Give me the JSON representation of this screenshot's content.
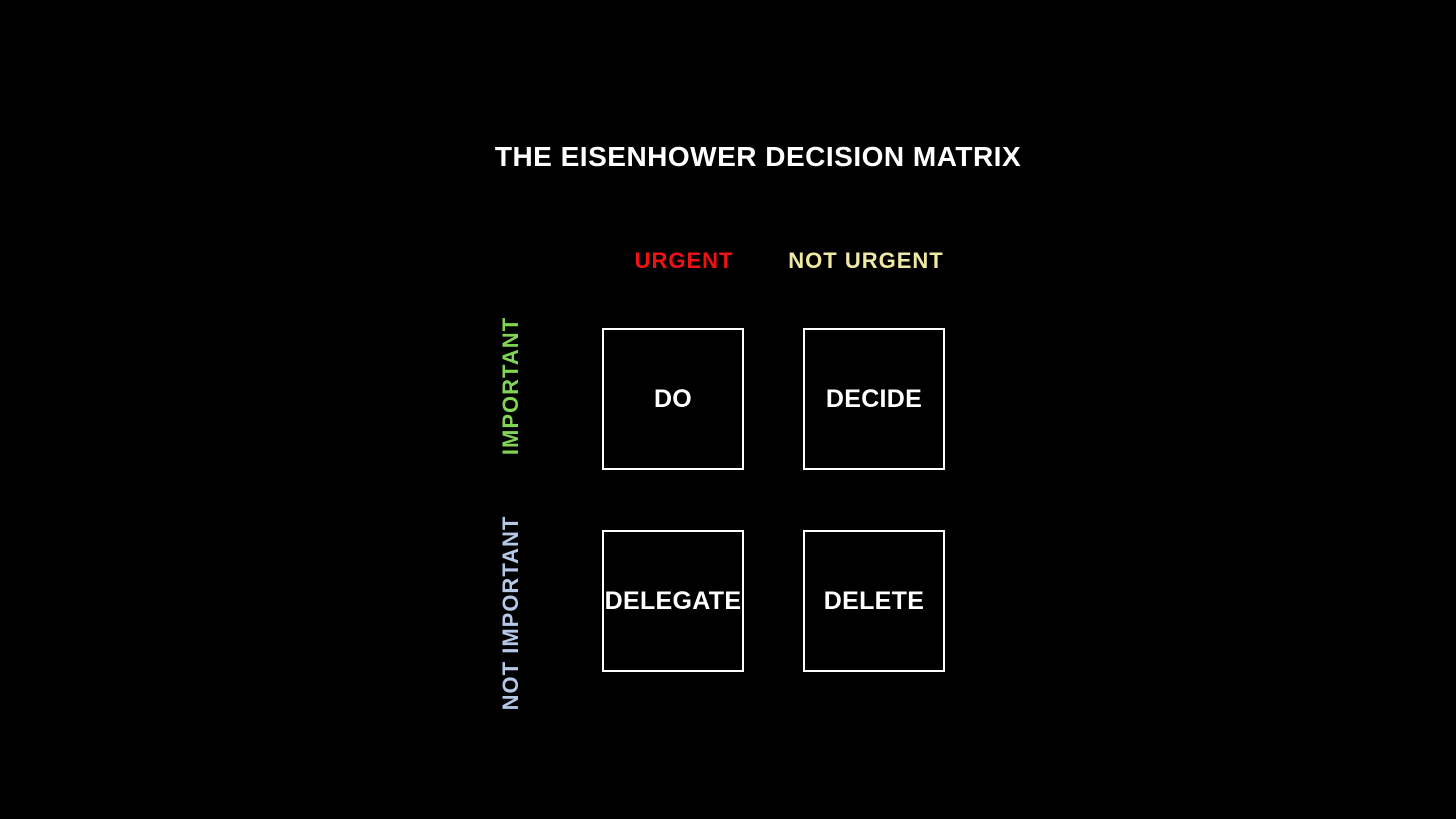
{
  "title": "THE EISENHOWER DECISION MATRIX",
  "colors": {
    "background": "#000000",
    "title": "#ffffff",
    "urgent": "#ee1212",
    "not_urgent": "#f0e9a4",
    "important": "#82d455",
    "not_important": "#b4c8e8",
    "box_border": "#ffffff",
    "box_text": "#ffffff"
  },
  "column_headers": [
    {
      "label": "URGENT"
    },
    {
      "label": "NOT URGENT"
    }
  ],
  "row_headers": [
    {
      "label": "IMPORTANT"
    },
    {
      "label": "NOT IMPORTANT"
    }
  ],
  "quadrants": [
    {
      "label": "DO"
    },
    {
      "label": "DECIDE"
    },
    {
      "label": "DELEGATE"
    },
    {
      "label": "DELETE"
    }
  ]
}
